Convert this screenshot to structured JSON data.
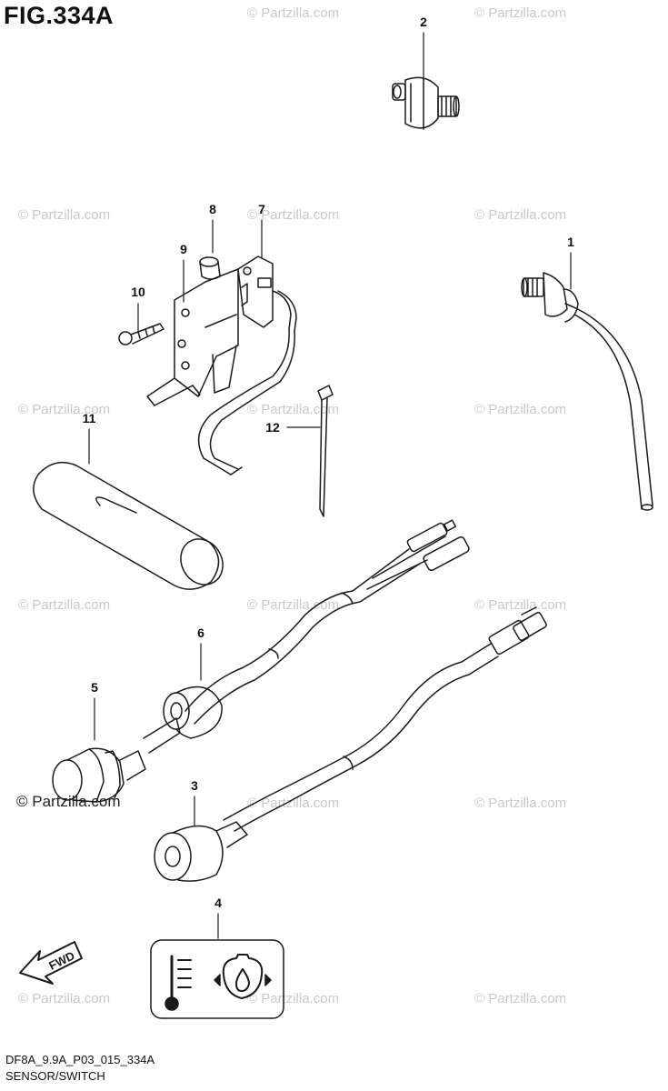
{
  "figure_title": "FIG.334A",
  "diagram_code": "DF8A_9.9A_P03_015_334A",
  "section_name": "SENSOR/SWITCH",
  "watermark": "© Partzilla.com",
  "direction_label": "FWD",
  "callouts": [
    "1",
    "2",
    "3",
    "4",
    "5",
    "6",
    "7",
    "8",
    "9",
    "10",
    "11",
    "12"
  ],
  "colors": {
    "line": "#1a1a1a",
    "watermark": "#c9c9c9"
  },
  "icons": [
    "temperature-icon",
    "oil-pressure-icon"
  ]
}
